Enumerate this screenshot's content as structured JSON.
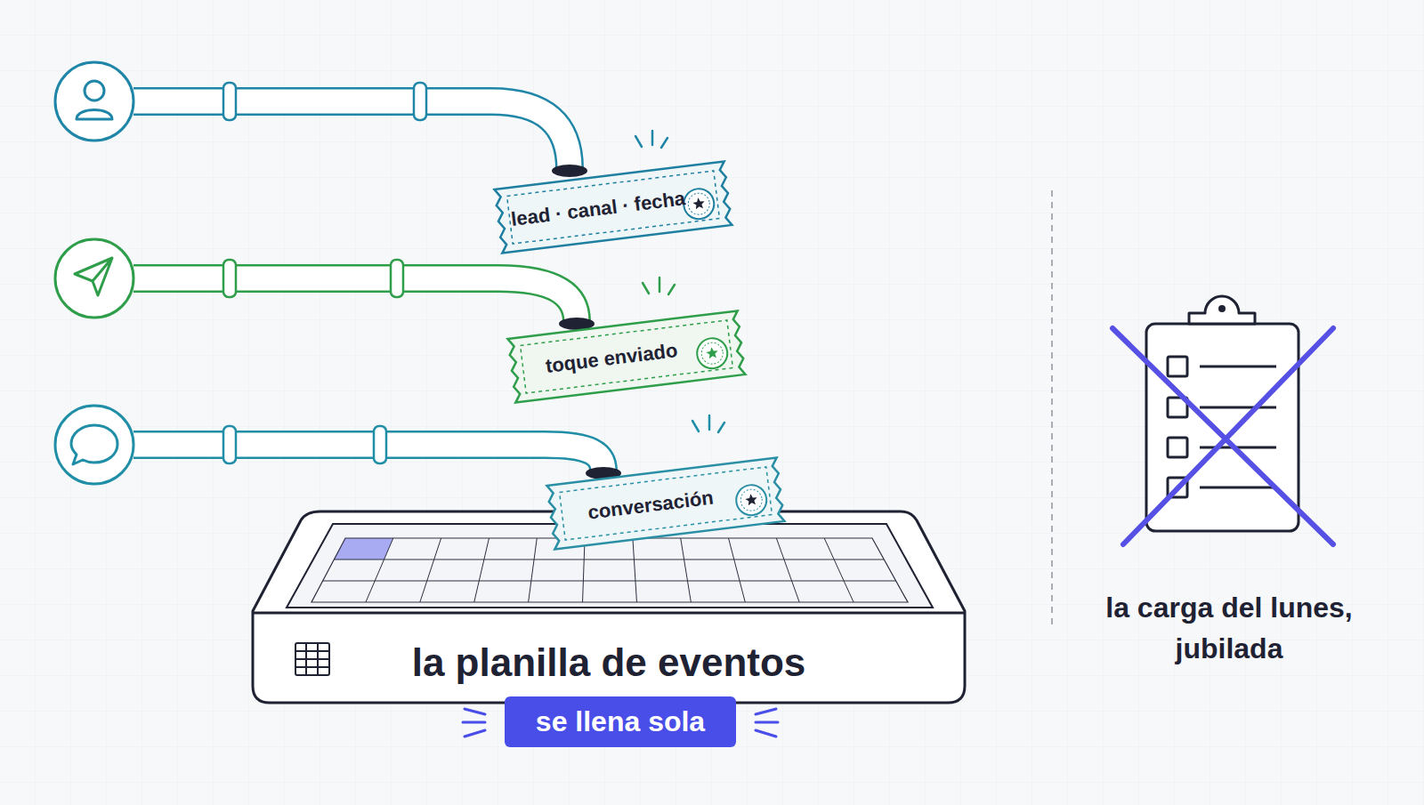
{
  "diagram": {
    "nodes": [
      {
        "text": [
          "lead · canal · fecha"
        ]
      },
      {
        "text": [
          "toque enviado"
        ]
      },
      {
        "text": [
          "conversación"
        ]
      },
      {
        "text": [
          "la planilla de eventos"
        ]
      },
      {
        "text": [
          "se llena sola"
        ]
      }
    ],
    "labels": [
      "la carga del lunes, jubilada"
    ]
  }
}
